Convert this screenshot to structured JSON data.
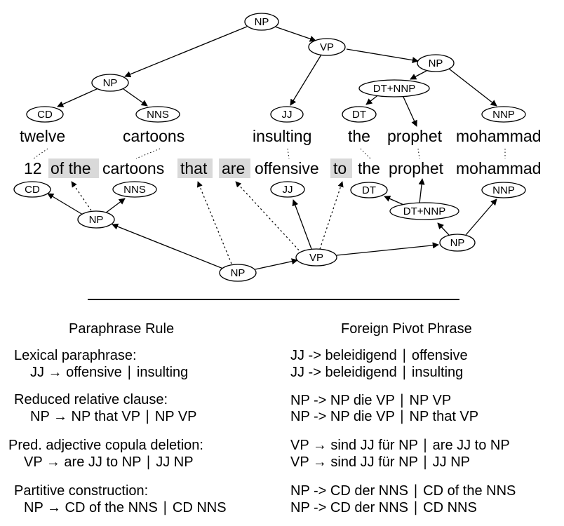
{
  "parse_tree_top": {
    "nodes": [
      {
        "id": "t_np_root",
        "label": "NP"
      },
      {
        "id": "t_vp",
        "label": "VP"
      },
      {
        "id": "t_np_left",
        "label": "NP"
      },
      {
        "id": "t_np_right",
        "label": "NP"
      },
      {
        "id": "t_dtnnp",
        "label": "DT+NNP"
      },
      {
        "id": "t_cd",
        "label": "CD"
      },
      {
        "id": "t_nns",
        "label": "NNS"
      },
      {
        "id": "t_jj",
        "label": "JJ"
      },
      {
        "id": "t_dt",
        "label": "DT"
      },
      {
        "id": "t_nnp",
        "label": "NNP"
      }
    ],
    "words": [
      "twelve",
      "cartoons",
      "insulting",
      "the",
      "prophet",
      "mohammad"
    ]
  },
  "parse_tree_bottom": {
    "words": [
      "12",
      "of the",
      "cartoons",
      "that",
      "are",
      "offensive",
      "to",
      "the",
      "prophet",
      "mohammad"
    ],
    "highlighted_words": [
      "of the",
      "that",
      "are",
      "to"
    ],
    "nodes": [
      {
        "id": "b_cd",
        "label": "CD"
      },
      {
        "id": "b_nns",
        "label": "NNS"
      },
      {
        "id": "b_np_left",
        "label": "NP"
      },
      {
        "id": "b_jj",
        "label": "JJ"
      },
      {
        "id": "b_dt",
        "label": "DT"
      },
      {
        "id": "b_nnp",
        "label": "NNP"
      },
      {
        "id": "b_dtnnp",
        "label": "DT+NNP"
      },
      {
        "id": "b_np_right",
        "label": "NP"
      },
      {
        "id": "b_vp",
        "label": "VP"
      },
      {
        "id": "b_np_root",
        "label": "NP"
      }
    ]
  },
  "table": {
    "col1_header": "Paraphrase Rule",
    "col2_header": "Foreign Pivot Phrase",
    "sections": [
      {
        "title": "Lexical paraphrase:",
        "rule": "JJ → offensive  ∣  insulting",
        "pivots": [
          "JJ -> beleidigend  ∣  offensive",
          "JJ -> beleidigend  ∣  insulting"
        ]
      },
      {
        "title": "Reduced relative clause:",
        "rule": "NP → NP that VP  ∣  NP VP",
        "pivots": [
          "NP -> NP die VP  ∣  NP VP",
          "NP -> NP die VP  ∣  NP that VP"
        ]
      },
      {
        "title": "Pred. adjective copula deletion:",
        "rule": "VP → are JJ to NP  ∣  JJ NP",
        "pivots": [
          "VP → sind JJ für NP  ∣  are JJ to NP",
          "VP → sind JJ für NP  ∣  JJ NP"
        ]
      },
      {
        "title": "Partitive construction:",
        "rule": "NP → CD of the NNS  ∣  CD NNS",
        "pivots": [
          "NP -> CD der NNS  ∣  CD of the NNS",
          "NP -> CD der NNS  ∣  CD NNS"
        ]
      }
    ]
  }
}
